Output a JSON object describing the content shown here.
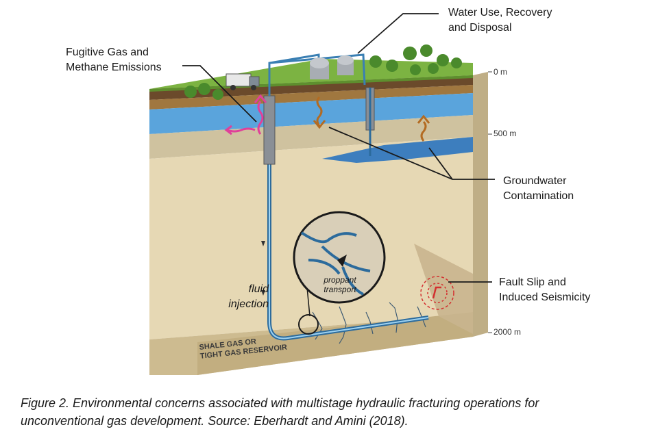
{
  "labels": {
    "water": [
      "Water Use, Recovery",
      "and Disposal"
    ],
    "fugitive": [
      "Fugitive Gas and",
      "Methane Emissions"
    ],
    "groundwater": [
      "Groundwater",
      "Contamination"
    ],
    "fault": [
      "Fault Slip and",
      "Induced Seismicity"
    ],
    "fluid": [
      "fluid",
      "injection"
    ],
    "proppant": [
      "proppant",
      "transport"
    ],
    "reservoir": [
      "SHALE GAS OR",
      "TIGHT GAS RESERVOIR"
    ]
  },
  "depths": {
    "d0": "0 m",
    "d500": "500 m",
    "d2000": "2000 m"
  },
  "caption": [
    "Figure 2. Environmental concerns associated with multistage hydraulic fracturing operations for",
    "unconventional gas development. Source: Eberhardt and Amini (2018)."
  ],
  "colors": {
    "grass": "#7cb342",
    "aquifer": "#3d8fd1",
    "rock": "#e6d8b4",
    "well": "#3a7fb3",
    "fugitive": "#e0409a",
    "contaminant": "#b36b22",
    "fault": "#d32f2f"
  }
}
